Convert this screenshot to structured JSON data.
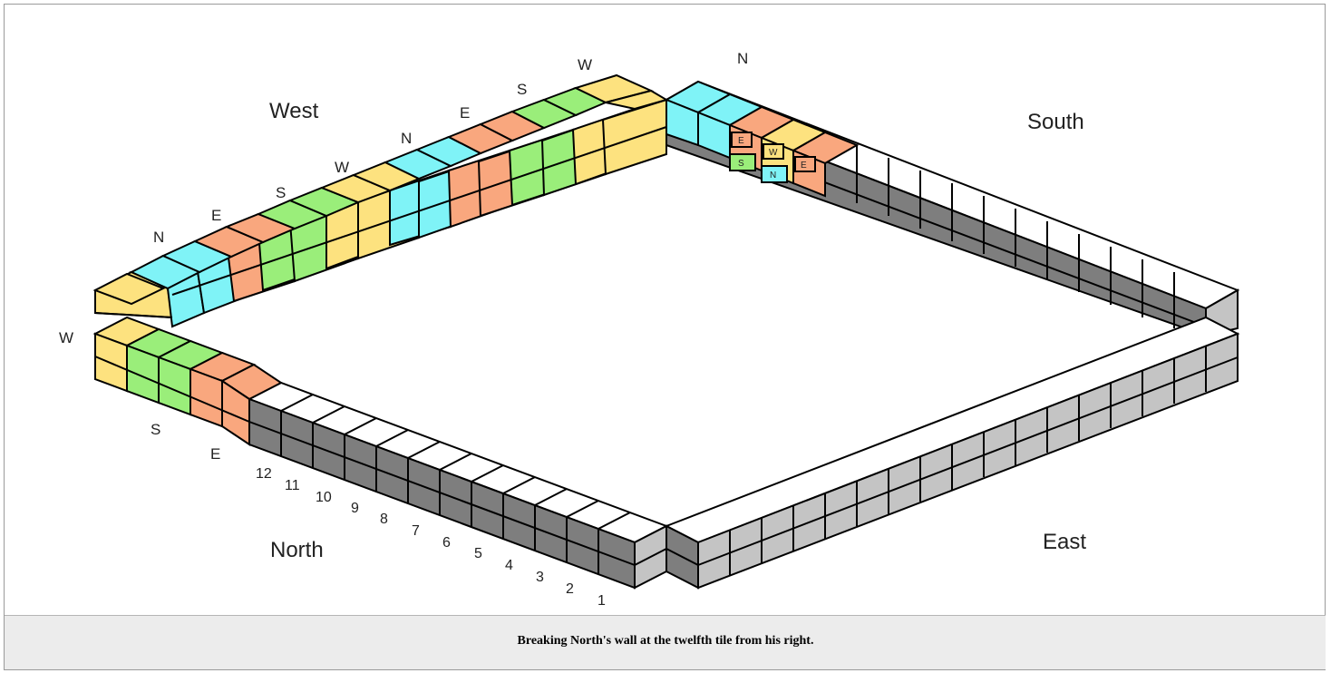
{
  "caption": "Breaking North's wall at the twelfth tile from his right.",
  "sides": {
    "west": "West",
    "south": "South",
    "north": "North",
    "east": "East"
  },
  "west_wall_labels": [
    "N",
    "E",
    "S",
    "W",
    "N",
    "E",
    "S",
    "W"
  ],
  "west_corner_label": "W",
  "north_wall_labels": [
    "S",
    "E"
  ],
  "north_corner_label": "N",
  "north_tile_numbers": [
    "12",
    "11",
    "10",
    "9",
    "8",
    "7",
    "6",
    "5",
    "4",
    "3",
    "2",
    "1"
  ],
  "dead_wall_tile_labels": [
    "E",
    "W",
    "E",
    "S",
    "N"
  ],
  "colors": {
    "north_wind": "#7ff3f7",
    "east_wind": "#f9a77e",
    "south_wind": "#9aee7a",
    "west_wind": "#fde27f",
    "tile_top_blank": "#ffffff",
    "tile_side_dark": "#7e7e7e",
    "tile_side_light": "#c4c4c4",
    "outline": "#000000",
    "caption_bg": "#ececec"
  }
}
